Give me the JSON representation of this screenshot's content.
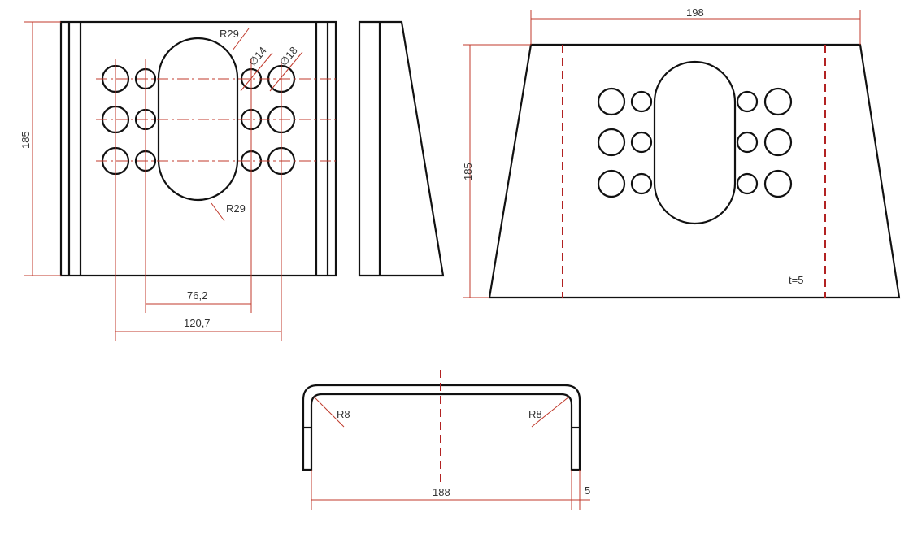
{
  "front_view": {
    "height_dim": "185",
    "slot_radius_top": "R29",
    "slot_radius_bottom": "R29",
    "small_hole_dia": "∅14",
    "large_hole_dia": "∅18",
    "inner_spacing": "76,2",
    "outer_spacing": "120,7"
  },
  "flat_pattern": {
    "width_dim": "198",
    "height_dim": "185",
    "thickness": "t=5"
  },
  "bent_profile": {
    "bend_radius_left": "R8",
    "bend_radius_right": "R8",
    "width_dim": "188",
    "thickness_dim": "5"
  },
  "colors": {
    "outline": "#111111",
    "dimension": "#c0392b"
  }
}
